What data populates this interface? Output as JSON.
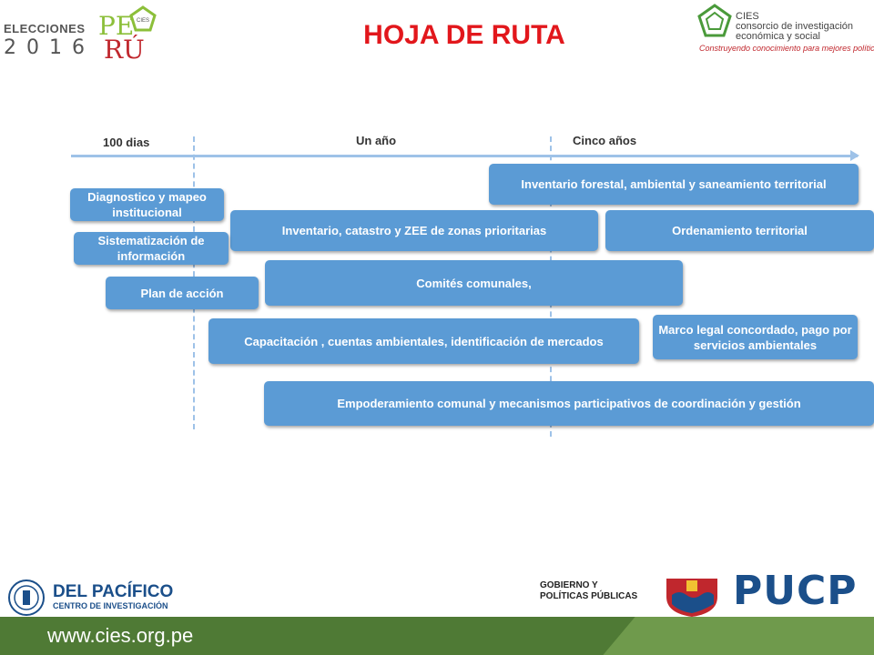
{
  "header": {
    "title": "HOJA DE RUTA",
    "elecciones": {
      "word": "ELECCIONES",
      "year": "2016",
      "pe": "PE",
      "ru": "RÚ",
      "badge": "CIES"
    },
    "cies": {
      "name": "CIES",
      "line1": "consorcio de investigación",
      "line2": "económica y social",
      "tagline": "Construyendo conocimiento para mejores políticas"
    }
  },
  "phases": [
    "100 dias",
    "Un año",
    "Cinco años"
  ],
  "boxes": [
    "Inventario forestal, ambiental y saneamiento territorial",
    "Diagnostico y mapeo institucional",
    "Inventario, catastro y ZEE de zonas prioritarias",
    "Ordenamiento territorial",
    "Sistematización de información",
    "Comités comunales,",
    "Plan de acción",
    "Capacitación , cuentas ambientales, identificación de mercados",
    "Marco legal concordado, pago por servicios ambientales",
    "Empoderamiento comunal y mecanismos participativos de coordinación y gestión"
  ],
  "footer": {
    "pacifico_name": "DEL PACÍFICO",
    "pacifico_sub": "CENTRO DE INVESTIGACIÓN",
    "gobierno_line1": "GOBIERNO Y",
    "gobierno_line2": "POLÍTICAS PÚBLICAS",
    "pucp": "PUCP",
    "url": "www.cies.org.pe"
  },
  "colors": {
    "box": "#5b9bd5",
    "title": "#e2171c",
    "footer_bar": "#4f7a35",
    "axis": "#9ec2e8"
  }
}
